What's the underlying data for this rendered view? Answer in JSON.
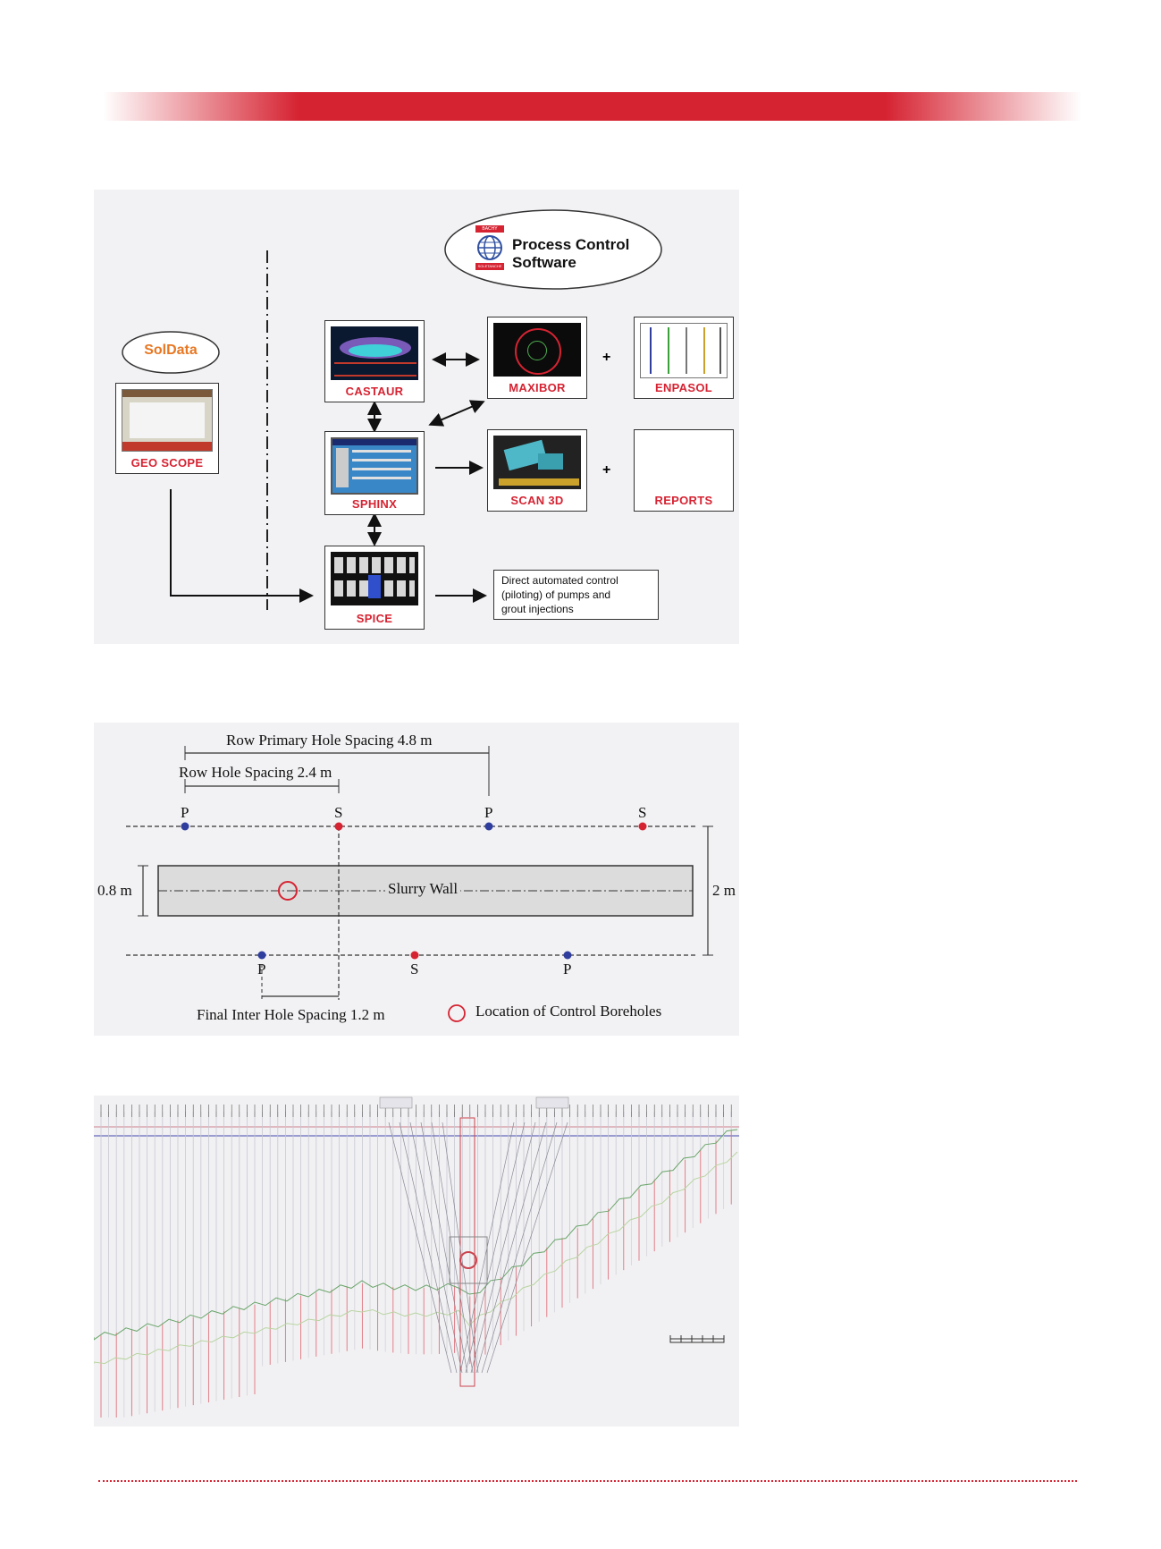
{
  "colors": {
    "accent": "#d62332",
    "primary_dot": "#2f3e9e",
    "secondary_dot": "#d62332"
  },
  "flowchart": {
    "title_line1": "Process Control",
    "title_line2": "Software",
    "logo_top": "BACHY",
    "logo_bottom": "SOLETANCHE",
    "soldata": "SolData",
    "boxes": {
      "geoscope": "GEO SCOPE",
      "castaur": "CASTAUR",
      "maxibor": "MAXIBOR",
      "enpasol": "ENPASOL",
      "sphinx": "SPHINX",
      "scan3d": "SCAN 3D",
      "reports": "REPORTS",
      "spice": "SPICE"
    },
    "plus": "+",
    "direct_control": [
      "Direct automated control",
      "(piloting) of pumps and",
      "grout injections"
    ]
  },
  "spacing_diagram": {
    "primary_spacing": "Row Primary Hole Spacing 4.8 m",
    "row_spacing": "Row Hole Spacing 2.4 m",
    "top_row": [
      "P",
      "S",
      "P",
      "S"
    ],
    "bottom_row": [
      "P",
      "S",
      "P"
    ],
    "wall_label": "Slurry Wall",
    "wall_width": "0.8 m",
    "total_width": "2 m",
    "final_spacing": "Final Inter Hole Spacing 1.2 m",
    "legend": "Location of Control Boreholes"
  }
}
